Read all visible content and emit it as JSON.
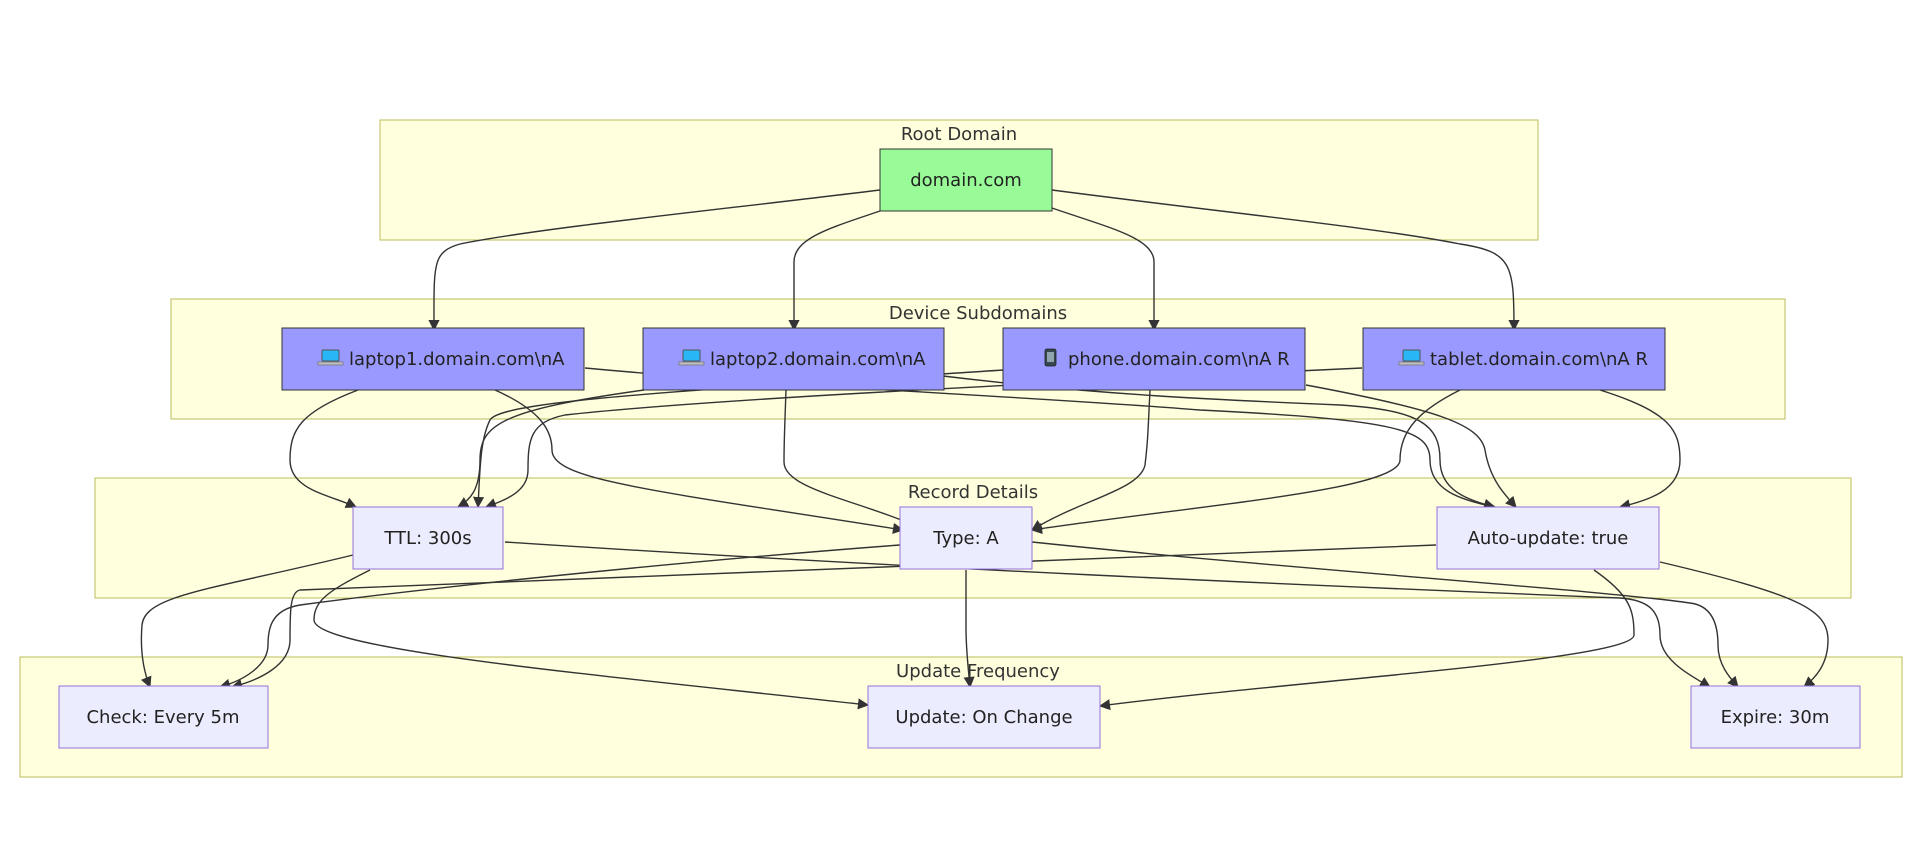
{
  "clusters": {
    "root": {
      "label": "Root Domain"
    },
    "devices": {
      "label": "Device Subdomains"
    },
    "records": {
      "label": "Record Details"
    },
    "frequency": {
      "label": "Update Frequency"
    }
  },
  "nodes": {
    "domain": {
      "label": "domain.com",
      "color": "#98fb98"
    },
    "laptop1": {
      "label": "laptop1.domain.com\\nA",
      "icon": "laptop-icon",
      "color": "#9999ff"
    },
    "laptop2": {
      "label": "laptop2.domain.com\\nA",
      "icon": "laptop-icon",
      "color": "#9999ff"
    },
    "phone": {
      "label": "phone.domain.com\\nA R",
      "icon": "phone-icon",
      "color": "#9999ff"
    },
    "tablet": {
      "label": "tablet.domain.com\\nA R",
      "icon": "laptop-icon",
      "color": "#9999ff"
    },
    "ttl": {
      "label": "TTL: 300s",
      "color": "#ececff"
    },
    "type": {
      "label": "Type: A",
      "color": "#ececff"
    },
    "autoupdate": {
      "label": "Auto-update: true",
      "color": "#ececff"
    },
    "check": {
      "label": "Check: Every 5m",
      "color": "#ececff"
    },
    "update": {
      "label": "Update: On Change",
      "color": "#ececff"
    },
    "expire": {
      "label": "Expire: 30m",
      "color": "#ececff"
    }
  },
  "colors": {
    "cluster_fill": "#ffffde",
    "cluster_stroke": "#bdbd5a",
    "node_stroke_dark": "#333333",
    "node_stroke_light": "#9370db",
    "edge": "#333333"
  }
}
